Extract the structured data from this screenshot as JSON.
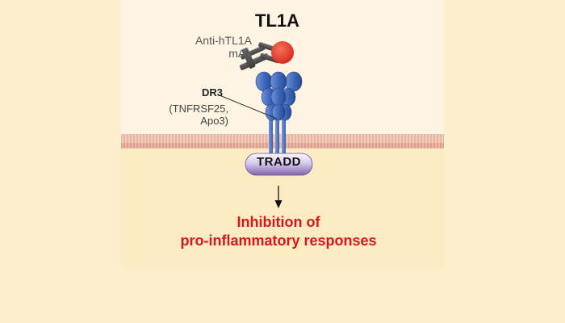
{
  "ligand": {
    "name": "TL1A"
  },
  "antibody": {
    "line1": "Anti-hTL1A",
    "line2": "mAb"
  },
  "receptor": {
    "name": "DR3",
    "alias_line1": "(TNFRSF25,",
    "alias_line2": "Apo3)"
  },
  "adaptor": {
    "name": "TRADD"
  },
  "outcome": {
    "line1": "Inhibition of",
    "line2": "pro-inflammatory responses"
  },
  "colors": {
    "outer_background": "#fdefcc",
    "panel_background": "#fdf4e4",
    "lower_panel": "#fdebc3",
    "membrane": "#e9b6a4",
    "receptor": "#3a62b4",
    "ligand": "#e8362a",
    "antibody": "#505050",
    "adaptor": "#8f76b8",
    "outcome_text": "#d8161c"
  }
}
